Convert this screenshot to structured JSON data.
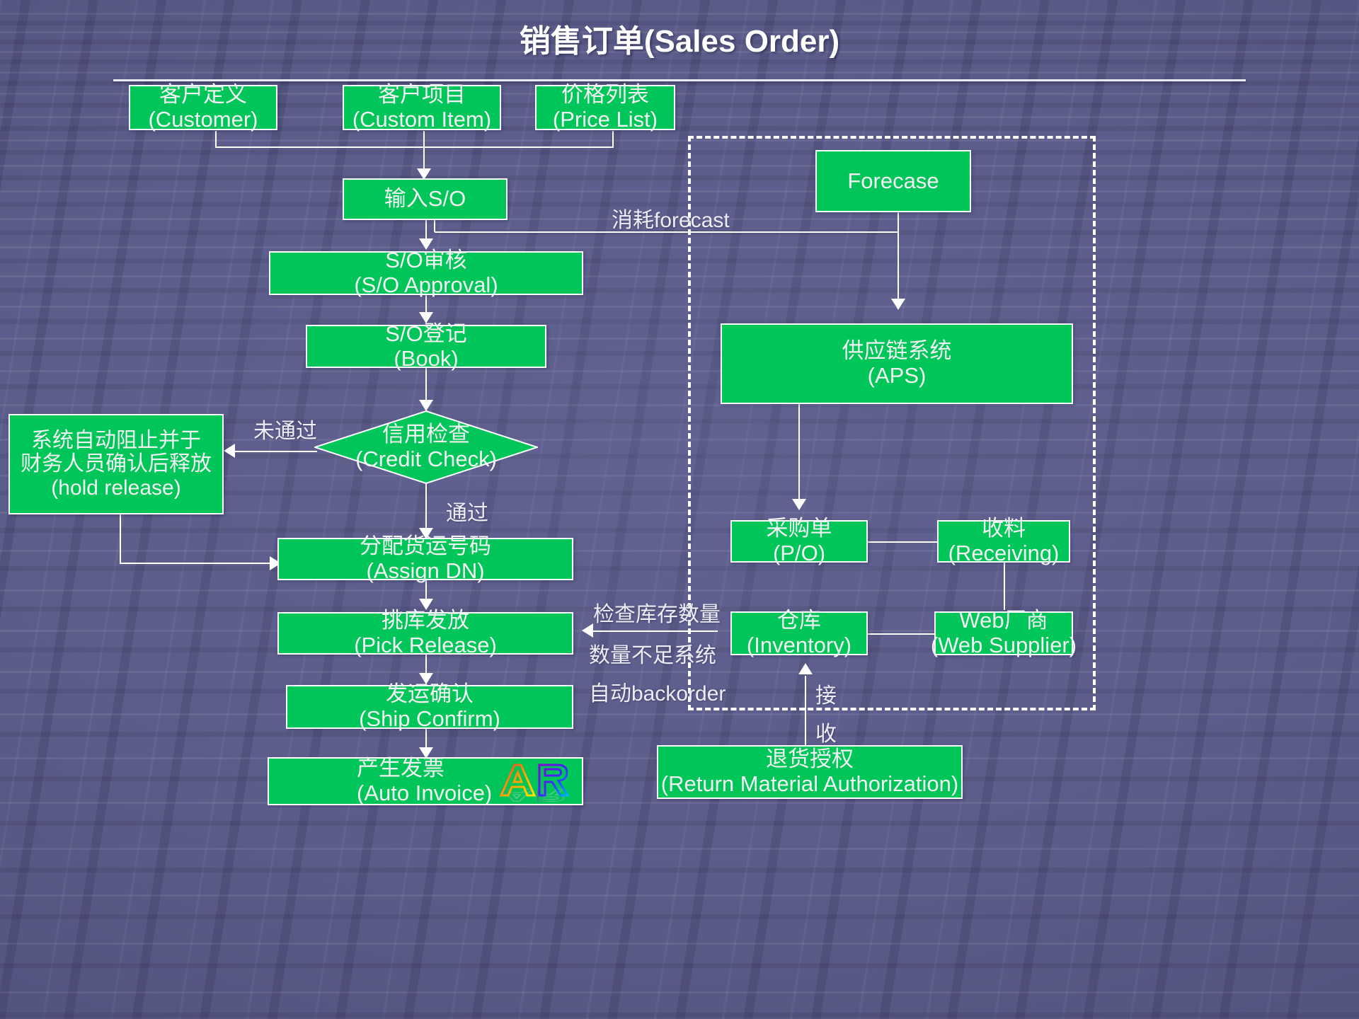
{
  "page": {
    "title": "销售订单(Sales Order)",
    "background_color": "#5d5d8c",
    "node_fill": "#00C659",
    "node_border": "#FFFFFF",
    "text_color": "#F2F2F2"
  },
  "nodes": {
    "customer": {
      "line1": "客户定义",
      "line2": "(Customer)"
    },
    "custom_item": {
      "line1": "客户项目",
      "line2": "(Custom Item)"
    },
    "price_list": {
      "line1": "价格列表",
      "line2": "(Price List)"
    },
    "enter_so": {
      "line1": "输入S/O",
      "line2": ""
    },
    "so_approval": {
      "line1": "S/O审核",
      "line2": "(S/O Approval)"
    },
    "so_book": {
      "line1": "S/O登记",
      "line2": "(Book)"
    },
    "credit_check": {
      "line1": "信用检查",
      "line2": "(Credit Check)"
    },
    "hold_release": {
      "line1": "系统自动阻止并于",
      "line2": "财务人员确认后释放",
      "line3": "(hold release)"
    },
    "assign_dn": {
      "line1": "分配货运号码",
      "line2": "(Assign DN)"
    },
    "pick_release": {
      "line1": "挑库发放",
      "line2": "(Pick Release)"
    },
    "ship_confirm": {
      "line1": "发运确认",
      "line2": "(Ship Confirm)"
    },
    "auto_invoice": {
      "line1": "产生发票",
      "line2": "(Auto Invoice)"
    },
    "forecast": {
      "line1": "Forecase",
      "line2": ""
    },
    "aps": {
      "line1": "供应链系统",
      "line2": "(APS)"
    },
    "purchase_order": {
      "line1": "采购单",
      "line2": "(P/O)"
    },
    "receiving": {
      "line1": "收料",
      "line2": "(Receiving)"
    },
    "inventory": {
      "line1": "仓库",
      "line2": "(Inventory)"
    },
    "web_supplier": {
      "line1": "Web厂商",
      "line2": "(Web Supplier)"
    },
    "rma": {
      "line1": "退货授权",
      "line2": "(Return Material Authorization)"
    }
  },
  "edge_labels": {
    "credit_fail": "未通过",
    "credit_pass": "通过",
    "consume_forecast": "消耗forecast",
    "check_stock_qty": "检查库存数量",
    "qty_short_system": "数量不足系统",
    "auto_backorder": "自动backorder",
    "receive_char1": "接",
    "receive_char2": "收"
  },
  "logo": {
    "name": "AR",
    "letters": "AR"
  }
}
